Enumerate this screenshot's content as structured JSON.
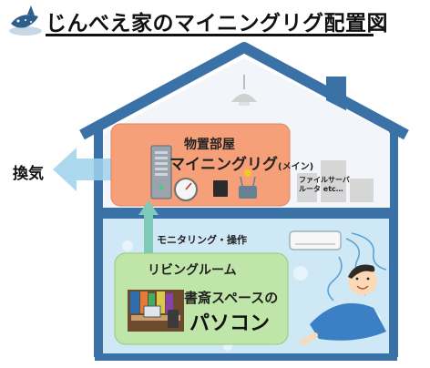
{
  "title": "じんべえ家のマイニングリグ配置図",
  "ventilation_label": "換気",
  "rig_room": {
    "title": "物置部屋",
    "rig_label": "マイニングリグ",
    "rig_sub": "(メイン)",
    "server_label_line1": "ファイルサーバ",
    "server_label_line2": "ルータ etc…"
  },
  "monitor_label": "モニタリング・操作",
  "living": {
    "title": "リビングルーム",
    "pc_label": "書斎スペースの",
    "pc_big": "パソコン"
  },
  "colors": {
    "house_frame": "#3a72a8",
    "rig_room_fill": "#f6a07a",
    "living_fill": "#bfe6a8",
    "floor_fill": "#cfe8f6",
    "vent_arrow": "#9fd2ec",
    "monitor_arrow": "#7fc9b8"
  },
  "icons": [
    "whale-shark-logo-icon",
    "server-tower-icon",
    "pressure-gauge-icon",
    "router-icon",
    "air-conditioner-icon",
    "person-relaxing-icon",
    "ceiling-lamp-icon"
  ]
}
